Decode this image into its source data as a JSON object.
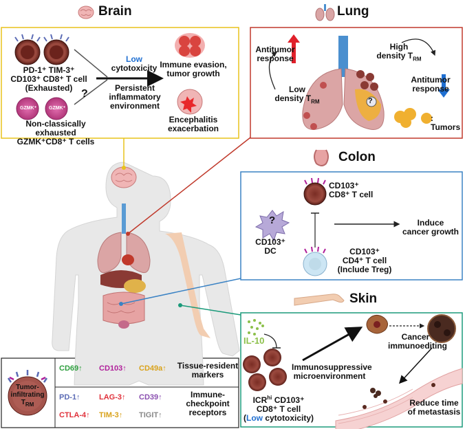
{
  "brain": {
    "title": "Brain",
    "cell1_line1": "PD-1⁺ TIM-3⁺",
    "cell1_line2": "CD103⁺ CD8⁺ T cell",
    "cell1_line3": "(Exhausted)",
    "question": "?",
    "cell2_line1": "Non-classically exhausted",
    "cell2_line2": "GZMK⁺CD8⁺ T cells",
    "gzmk_label": "GZMK⁺",
    "low": "Low",
    "cytotoxicity": "cytotoxicity",
    "persistent_line1": "Persistent",
    "persistent_line2": "inflammatory",
    "persistent_line3": "environment",
    "outcome1_line1": "Immune evasion,",
    "outcome1_line2": "tumor growth",
    "outcome2_line1": "Encephalitis",
    "outcome2_line2": "exacerbation"
  },
  "lung": {
    "title": "Lung",
    "antitumor_up_line1": "Antitumor",
    "antitumor_up_line2": "response",
    "high_line1": "High",
    "high_line2": "density T",
    "high_sub": "RM",
    "low_line1": "Low",
    "low_line2": "density T",
    "low_sub": "RM",
    "antitumor_down_line1": "Antitumor",
    "antitumor_down_line2": "response",
    "tumors": ": Tumors",
    "question": "?"
  },
  "colon": {
    "title": "Colon",
    "cd8_line1": "CD103⁺",
    "cd8_line2": "CD8⁺ T cell",
    "dc_line1": "CD103⁺",
    "dc_line2": "DC",
    "question": "?",
    "induce_line1": "Induce",
    "induce_line2": "cancer growth",
    "cd4_line1": "CD103⁺",
    "cd4_line2": "CD4⁺ T cell",
    "cd4_line3": "(Include Treg)"
  },
  "skin": {
    "title": "Skin",
    "il10": "IL-10",
    "immunosuppressive_line1": "Immunosuppressive",
    "immunosuppressive_line2": "microenvironment",
    "icr_line1_a": "ICR",
    "icr_line1_sup": "hi",
    "icr_line1_b": " CD103⁺",
    "icr_line2": "CD8⁺ T cell",
    "icr_line3_open": "(",
    "icr_line3_low": "Low",
    "icr_line3_rest": " cytotoxicity)",
    "cancer_line1": "Cancer",
    "cancer_line2": "immunoediting",
    "reduce_line1": "Reduce time",
    "reduce_line2": "of metastasis"
  },
  "legend": {
    "cell_line1": "Tumor-",
    "cell_line2": "infiltrating",
    "cell_line3": "T",
    "cell_sub": "RM",
    "tissue_markers": [
      {
        "label": "CD69↑",
        "color": "#2e9e3e"
      },
      {
        "label": "CD103↑",
        "color": "#b0209a"
      },
      {
        "label": "CD49a↑",
        "color": "#d9a21a"
      }
    ],
    "tissue_title_line1": "Tissue-resident",
    "tissue_title_line2": "markers",
    "checkpoint_markers_row1": [
      {
        "label": "PD-1↑",
        "color": "#5b6bb5"
      },
      {
        "label": "LAG-3↑",
        "color": "#e0303a"
      },
      {
        "label": "CD39↑",
        "color": "#8a4fb0"
      }
    ],
    "checkpoint_markers_row2": [
      {
        "label": "CTLA-4↑",
        "color": "#e0303a"
      },
      {
        "label": "TIM-3↑",
        "color": "#d9a21a"
      },
      {
        "label": "TIGIT↑",
        "color": "#888888"
      }
    ],
    "checkpoint_title_line1": "Immune-",
    "checkpoint_title_line2": "checkpoint",
    "checkpoint_title_line3": "receptors"
  },
  "colors": {
    "brain_border": "#e8c21a",
    "lung_border": "#c0392b",
    "colon_border": "#3a82c4",
    "skin_border": "#1a9a7a",
    "low_blue": "#1f6fd1",
    "up_red": "#e0202a",
    "down_blue": "#1f6fd1",
    "il10_green": "#8cc04a"
  },
  "icons": [
    "brain-icon",
    "lung-icon",
    "colon-icon",
    "arm-icon",
    "human-body-icon"
  ]
}
